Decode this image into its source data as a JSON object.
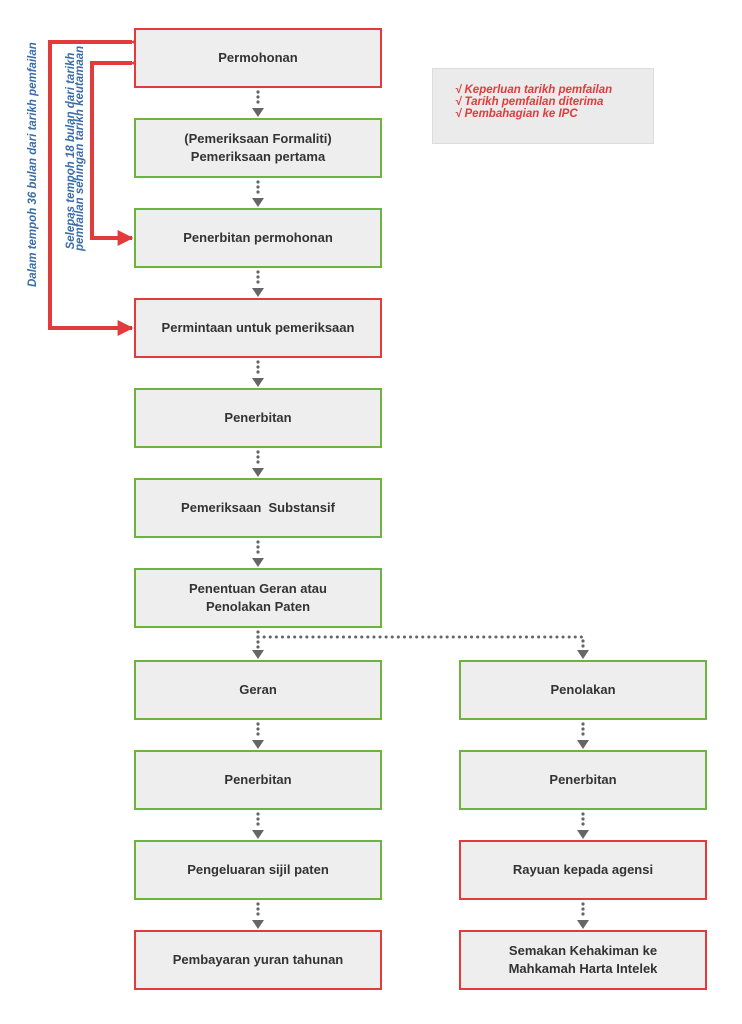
{
  "boxes": {
    "permohonan": "Permohonan",
    "pemeriksaan_pertama": "(Pemeriksaan Formaliti)\nPemeriksaan pertama",
    "penerbitan_permohonan": "Penerbitan permohonan",
    "permintaan_pemeriksaan": "Permintaan untuk pemeriksaan",
    "penerbitan_1": "Penerbitan",
    "pemeriksaan_substansif": "Pemeriksaan  Substansif",
    "penentuan": "Penentuan Geran atau\nPenolakan Paten",
    "geran": "Geran",
    "penolakan": "Penolakan",
    "penerbitan_geran": "Penerbitan",
    "penerbitan_penolakan": "Penerbitan",
    "pengeluaran_sijil": "Pengeluaran sijil paten",
    "rayuan": "Rayuan kepada agensi",
    "pembayaran": "Pembayaran yuran tahunan",
    "semakan": "Semakan Kehakiman ke\nMahkamah Harta Intelek"
  },
  "note": [
    "√ Keperluan tarikh pemfailan",
    "√ Tarikh pemfailan diterima",
    "√ Pembahagian ke IPC"
  ],
  "side_labels": {
    "outer": "Dalam tempoh 36 bulan dari tarikh pemfailan",
    "inner_line1": "Selepas tempoh 18 bulan dari tarikh",
    "inner_line2": "pemfailan sehingan tarikh keutamaan"
  },
  "colors": {
    "green_border": "#6db33f",
    "red_border": "#e23b3b",
    "box_fill": "#eeeeee",
    "arrow_grey": "#666666",
    "label_blue": "#3a6da8"
  }
}
